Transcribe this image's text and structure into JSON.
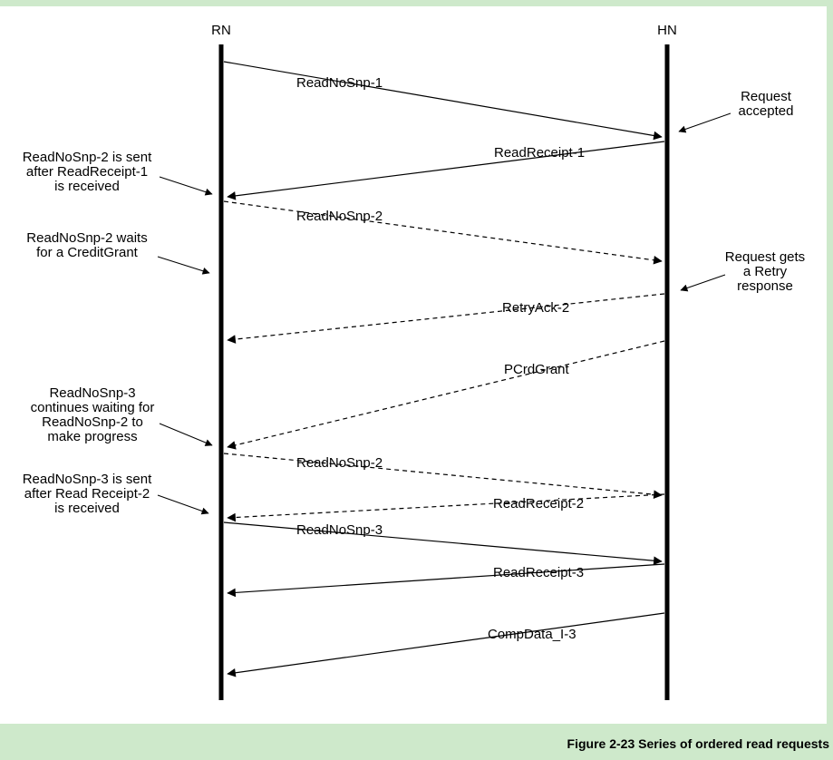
{
  "figure": {
    "caption": "Figure 2-23 Series of ordered read requests"
  },
  "nodes": {
    "left": {
      "label": "RN"
    },
    "right": {
      "label": "HN"
    }
  },
  "messages": [
    {
      "label": "ReadNoSnp-1",
      "from": "RN",
      "to": "HN",
      "line_style": "solid"
    },
    {
      "label": "ReadReceipt-1",
      "from": "HN",
      "to": "RN",
      "line_style": "solid"
    },
    {
      "label": "ReadNoSnp-2",
      "from": "RN",
      "to": "HN",
      "line_style": "dashed"
    },
    {
      "label": "RetryAck-2",
      "from": "HN",
      "to": "RN",
      "line_style": "dashed"
    },
    {
      "label": "PCrdGrant",
      "from": "HN",
      "to": "RN",
      "line_style": "dashed"
    },
    {
      "label": "ReadNoSnp-2",
      "from": "RN",
      "to": "HN",
      "line_style": "dashed"
    },
    {
      "label": "ReadReceipt-2",
      "from": "HN",
      "to": "RN",
      "line_style": "dashed"
    },
    {
      "label": "ReadNoSnp-3",
      "from": "RN",
      "to": "HN",
      "line_style": "solid"
    },
    {
      "label": "ReadReceipt-3",
      "from": "HN",
      "to": "RN",
      "line_style": "solid"
    },
    {
      "label": "CompData_I-3",
      "from": "HN",
      "to": "RN",
      "line_style": "solid"
    }
  ],
  "annotations": {
    "left": [
      {
        "text": "ReadNoSnp-2 is sent\nafter ReadReceipt-1\nis received"
      },
      {
        "text": "ReadNoSnp-2 waits\nfor a CreditGrant"
      },
      {
        "text": "ReadNoSnp-3\ncontinues waiting for\nReadNoSnp-2 to\nmake progress"
      },
      {
        "text": "ReadNoSnp-3 is sent\nafter Read Receipt-2\nis received"
      }
    ],
    "right": [
      {
        "text": "Request\naccepted"
      },
      {
        "text": "Request gets\na Retry\nresponse"
      }
    ]
  },
  "colors": {
    "band_green": "#cee9cb",
    "ink": "#000000"
  }
}
